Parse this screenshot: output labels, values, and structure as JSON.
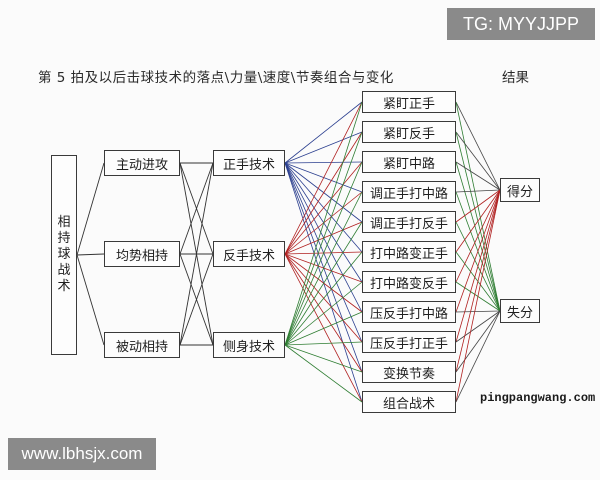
{
  "title": "第 5 拍及以后击球技术的落点\\力量\\速度\\节奏组合与变化",
  "result_label": "结果",
  "root": [
    "相",
    "持",
    "球",
    "战",
    "术"
  ],
  "modes": [
    "主动进攻",
    "均势相持",
    "被动相持"
  ],
  "techniques": [
    "正手技术",
    "反手技术",
    "侧身技术"
  ],
  "tactics": [
    "紧盯正手",
    "紧盯反手",
    "紧盯中路",
    "调正手打中路",
    "调正手打反手",
    "打中路变正手",
    "打中路变反手",
    "压反手打中路",
    "压反手打正手",
    "变换节奏",
    "组合战术"
  ],
  "results": [
    "得分",
    "失分"
  ],
  "watermark_tg": "TG: MYYJJPP",
  "watermark_site": "www.lbhsjx.com",
  "watermark_pp": "pingpangwang.com",
  "colors": {
    "forehand_links": "#2b3f8f",
    "backhand_links": "#b02020",
    "sidearm_links": "#2e7d32",
    "lines": "#333333"
  }
}
